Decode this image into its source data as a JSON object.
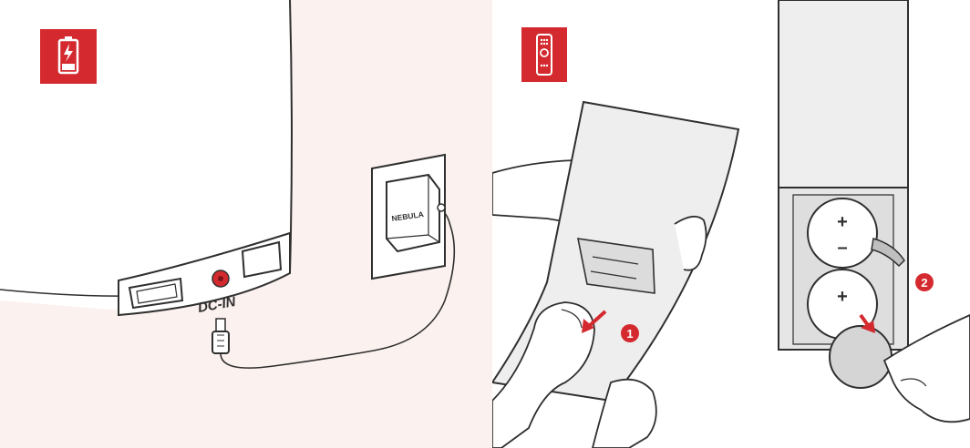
{
  "panels": [
    {
      "icon": "battery-charging-icon",
      "labels": {
        "port": "DC-IN",
        "adapter_brand": "NEBULA"
      }
    },
    {
      "icon": "remote-control-icon",
      "steps": [
        {
          "number": "1"
        },
        {
          "number": "2"
        }
      ]
    }
  ],
  "colors": {
    "accent_red": "#d42a2f",
    "line": "#2f2f2f",
    "panel_bg": "#fbf1ee",
    "device_fill": "#ffffff",
    "remote_fill": "#eeeeee",
    "battery_grey": "#d5d5d5"
  }
}
